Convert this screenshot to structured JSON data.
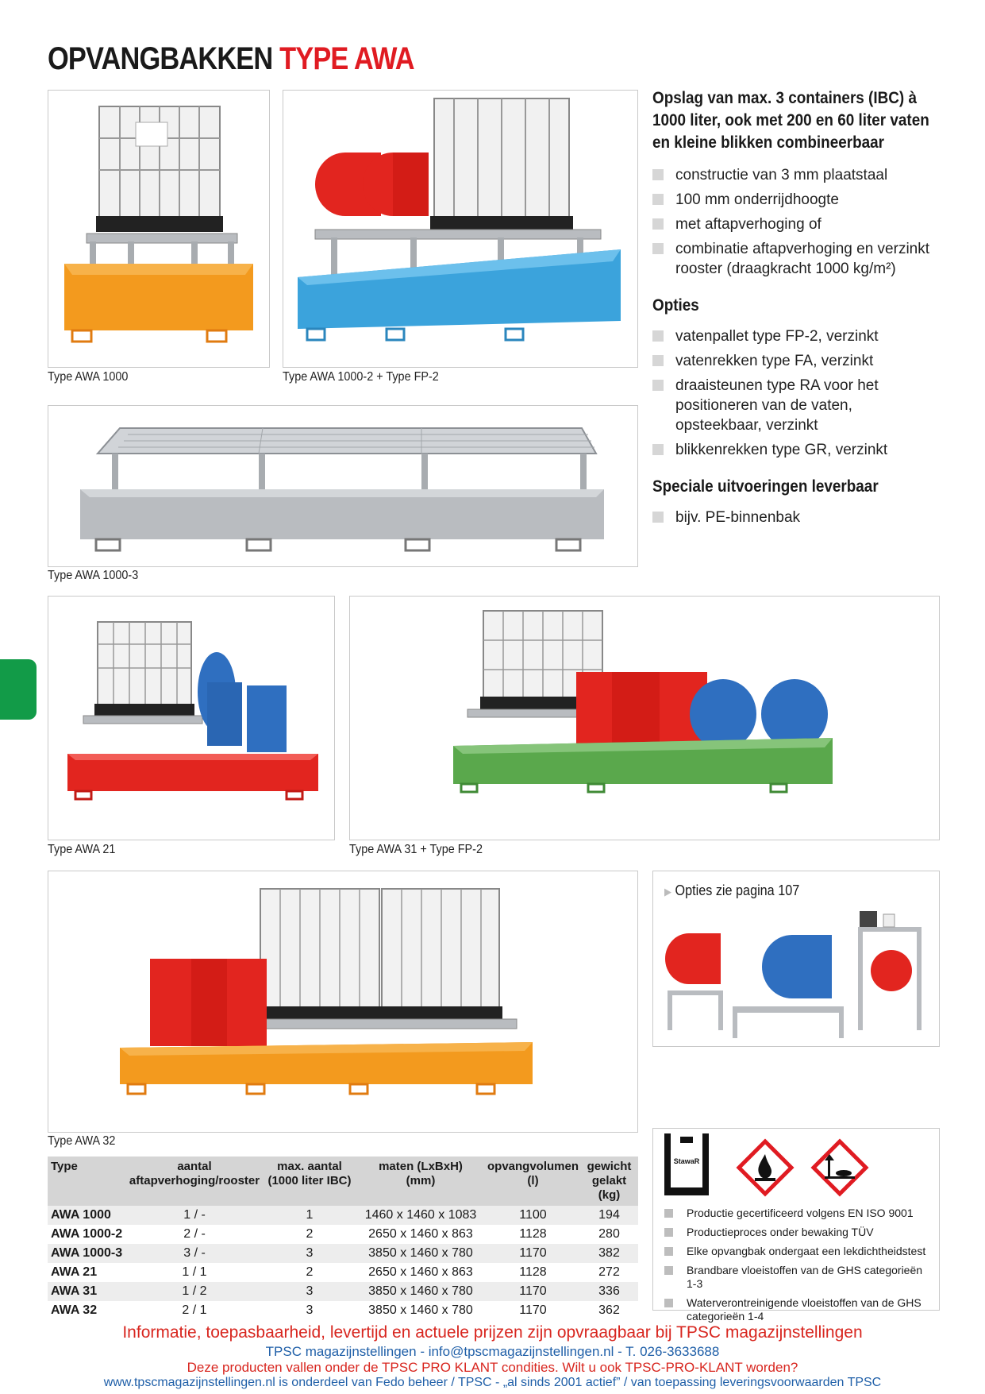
{
  "title": {
    "part1": "OPVANGBAKKEN",
    "part2": "TYPE AWA"
  },
  "captions": {
    "awa1000": "Type AWA 1000",
    "awa1000_2": "Type AWA 1000-2 + Type FP-2",
    "awa1000_3": "Type AWA 1000-3",
    "awa21": "Type AWA 21",
    "awa31": "Type AWA 31 + Type FP-2",
    "awa32": "Type AWA 32"
  },
  "intro": {
    "heading": "Opslag van max. 3 containers (IBC) à 1000 liter, ook met 200 en 60 liter vaten en kleine blikken combineerbaar",
    "bullets": [
      "constructie van 3 mm plaatstaal",
      "100 mm onderrijdhoogte",
      "met aftapverhoging of",
      "combinatie aftapverhoging en verzinkt rooster (draagkracht 1000 kg/m²)"
    ]
  },
  "opties": {
    "heading": "Opties",
    "bullets": [
      "vatenpallet type FP-2, verzinkt",
      "vatenrekken type FA, verzinkt",
      "draaisteunen type RA voor het positioneren van de vaten, opsteekbaar, verzinkt",
      "blikkenrekken type GR, verzinkt"
    ]
  },
  "speciaal": {
    "heading": "Speciale uitvoeringen leverbaar",
    "bullets": [
      "bijv. PE-binnenbak"
    ]
  },
  "options_box": {
    "label": "Opties zie pagina 107"
  },
  "table": {
    "headers": [
      [
        "Type",
        ""
      ],
      [
        "aantal",
        "aftapverhoging/rooster"
      ],
      [
        "max. aantal",
        "(1000 liter IBC)"
      ],
      [
        "maten (LxBxH)",
        "(mm)"
      ],
      [
        "opvangvolumen",
        "(l)"
      ],
      [
        "gewicht",
        "gelakt (kg)"
      ]
    ],
    "rows": [
      [
        "AWA 1000",
        "1 / -",
        "1",
        "1460 x 1460 x 1083",
        "1100",
        "194"
      ],
      [
        "AWA 1000-2",
        "2 / -",
        "2",
        "2650 x 1460 x  863",
        "1128",
        "280"
      ],
      [
        "AWA 1000-3",
        "3 / -",
        "3",
        "3850 x 1460 x  780",
        "1170",
        "382"
      ],
      [
        "AWA 21",
        "1 / 1",
        "2",
        "2650 x 1460 x  863",
        "1128",
        "272"
      ],
      [
        "AWA 31",
        "1 / 2",
        "3",
        "3850 x 1460 x  780",
        "1170",
        "336"
      ],
      [
        "AWA 32",
        "2 / 1",
        "3",
        "3850 x 1460 x  780",
        "1170",
        "362"
      ]
    ]
  },
  "cert": {
    "logo_text": "StawaR",
    "items": [
      "Productie gecertificeerd volgens EN ISO 9001",
      "Productieproces onder bewaking TÜV",
      "Elke opvangbak ondergaat een lekdichtheidstest",
      "Brandbare vloeistoffen van de GHS categorieën 1-3",
      "Waterverontreinigende vloeistoffen van de GHS categorieën 1-4"
    ]
  },
  "footer": {
    "line1": "Informatie, toepasbaarheid, levertijd en actuele prijzen zijn opvraagbaar bij TPSC magazijnstellingen",
    "line2": "TPSC magazijnstellingen - info@tpscmagazijnstellingen.nl - T. 026-3633688",
    "line3": "Deze producten vallen onder de TPSC PRO KLANT condities. Wilt u ook TPSC-PRO-KLANT worden?",
    "line4": "www.tpscmagazijnstellingen.nl is onderdeel van Fedo beheer / TPSC - „al sinds 2001 actief” / van toepassing leveringsvoorwaarden TPSC"
  },
  "colors": {
    "accent_red": "#e01b22",
    "footer_blue": "#1f5fa8",
    "footer_red": "#d8261f",
    "tab_green": "#129b48",
    "tray_orange": "#f39a1e",
    "tray_blue": "#3ba3dc",
    "tray_red": "#e2251f",
    "tray_green": "#5aa84c",
    "tray_galv": "#b9bcc0"
  }
}
